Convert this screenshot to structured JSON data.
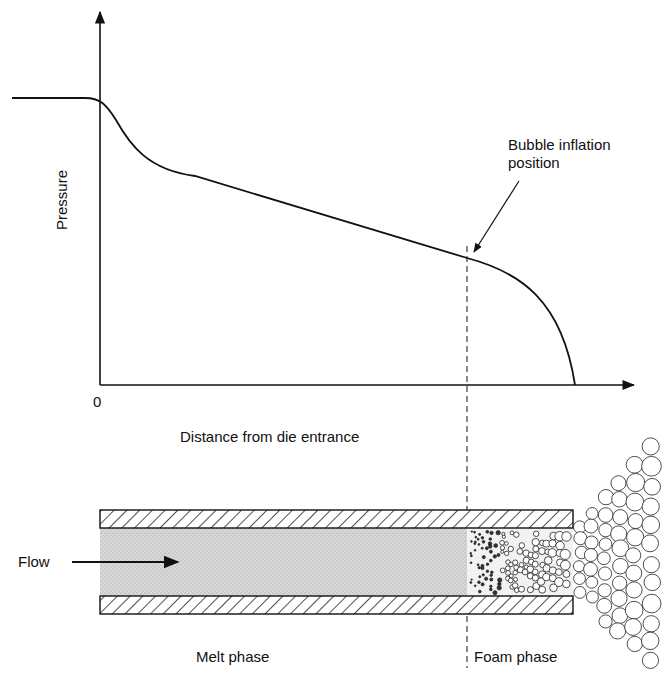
{
  "diagram": {
    "labels": [
      "Pressure",
      "Bubble inflation position",
      "0",
      "Distance from die entrance",
      "Flow",
      "Melt phase",
      "Foam phase"
    ]
  }
}
